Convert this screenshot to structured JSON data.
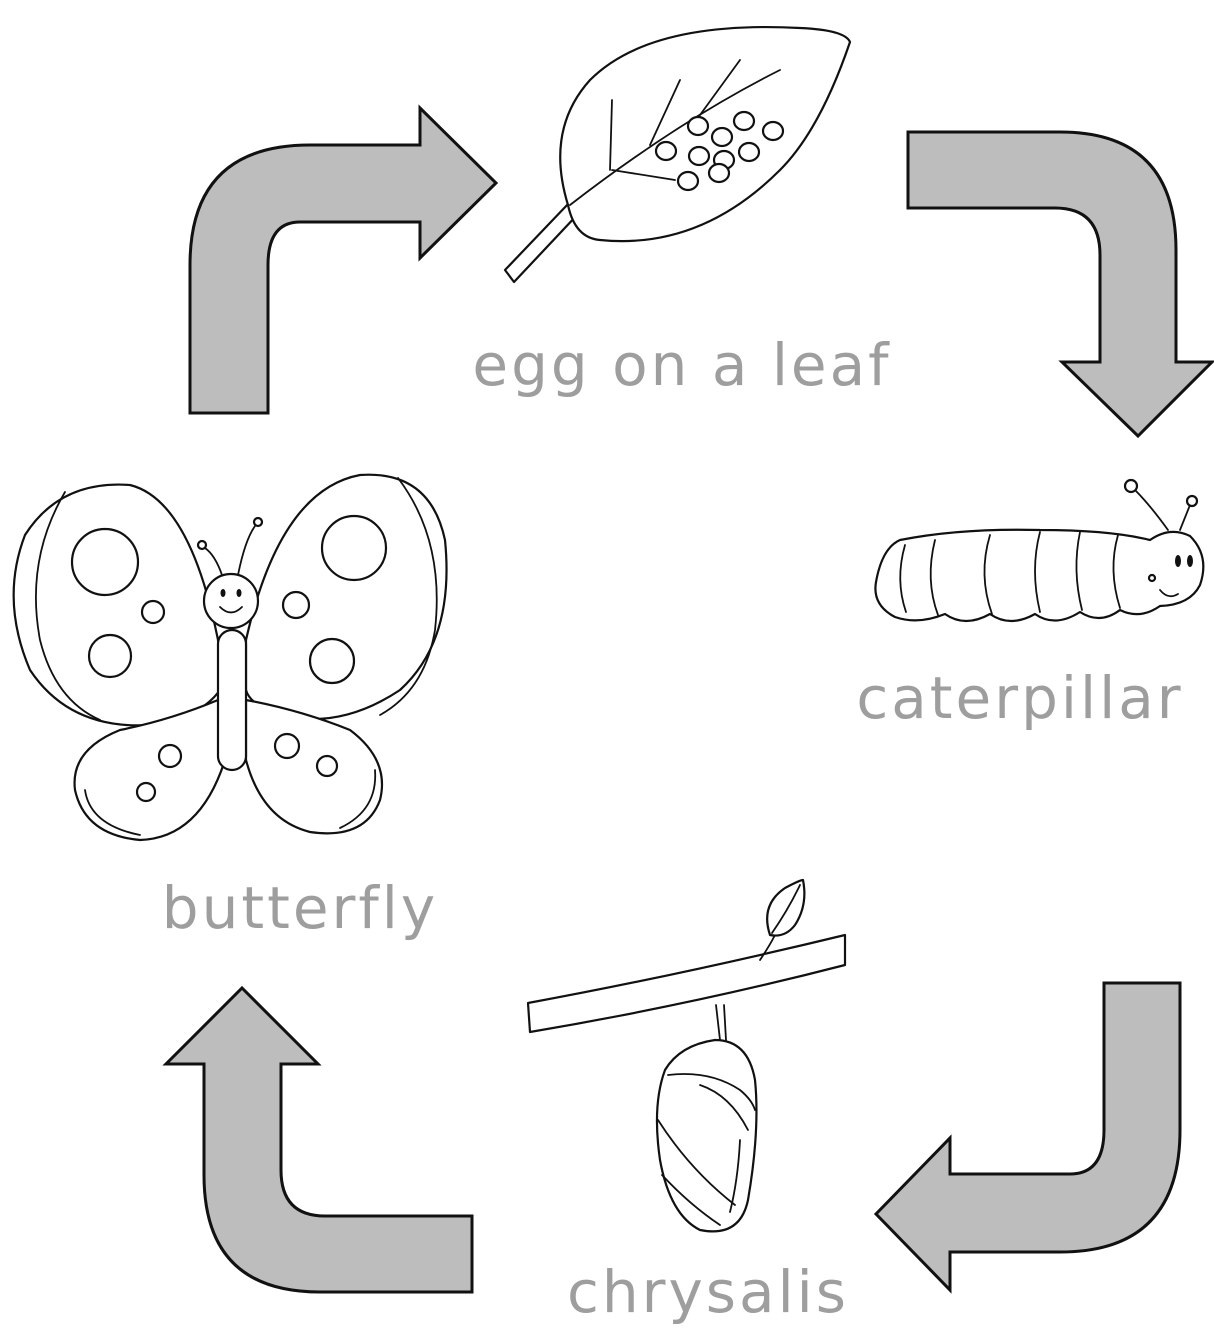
{
  "stages": [
    {
      "id": "egg",
      "label": "egg on a leaf",
      "icon": "egg-leaf-icon"
    },
    {
      "id": "caterpillar",
      "label": "caterpillar",
      "icon": "caterpillar-icon"
    },
    {
      "id": "chrysalis",
      "label": "chrysalis",
      "icon": "chrysalis-icon"
    },
    {
      "id": "butterfly",
      "label": "butterfly",
      "icon": "butterfly-icon"
    }
  ],
  "colors": {
    "label": "#9e9e9e",
    "arrow_fill": "#bdbdbd",
    "outline": "#111111",
    "background": "#ffffff"
  }
}
